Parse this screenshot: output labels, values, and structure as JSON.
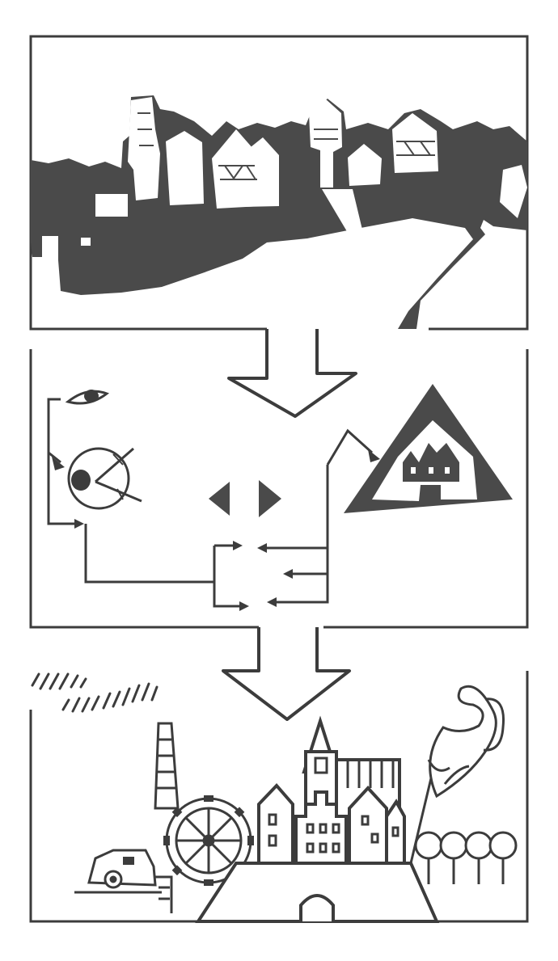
{
  "figure": {
    "panels": [
      {
        "id": "town-photo",
        "description_icon": "town-silhouette-icon"
      },
      {
        "id": "perception-process",
        "description_icon": "eye-icon"
      },
      {
        "id": "town-sketch",
        "description_icon": "town-sketch-icon"
      }
    ],
    "colors": {
      "ink": "#4a4a4a",
      "paper": "#ffffff",
      "line": "#3c3c3c"
    },
    "icons": [
      "eye-icon",
      "target-icon",
      "left-triangle-icon",
      "right-triangle-icon",
      "triangle-town-icon",
      "flow-arrow-icon",
      "tower-icon",
      "gear-wheel-icon",
      "car-icon",
      "tree-row-icon",
      "flag-icon",
      "chimney-icon"
    ]
  }
}
